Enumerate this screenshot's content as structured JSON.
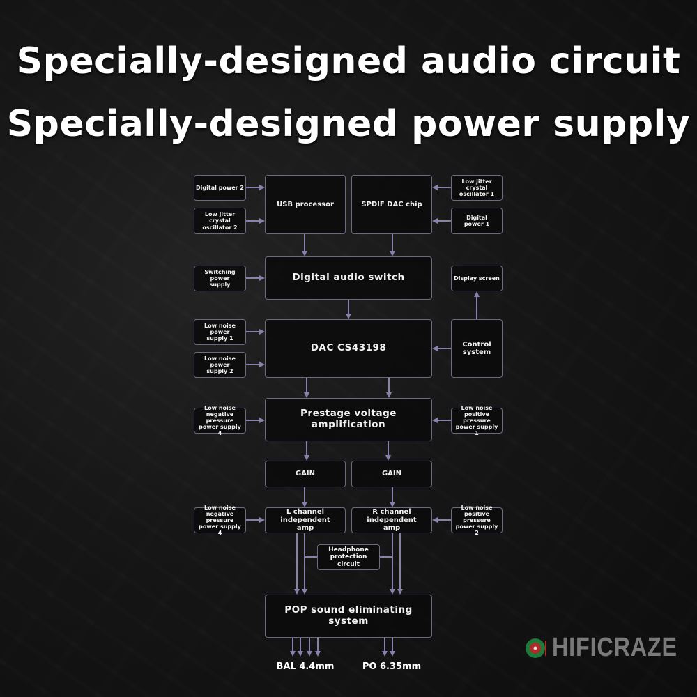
{
  "title": {
    "line1": "Specially-designed audio circuit",
    "line2": "Specially-designed power supply"
  },
  "blocks": {
    "digital_power_2": "Digital power 2",
    "low_jitter_osc_2": "Low jitter crystal oscillator 2",
    "usb_processor": "USB processor",
    "spdif_dac_chip": "SPDIF DAC chip",
    "low_jitter_osc_1": "Low jitter crystal oscillator 1",
    "digital_power_1": "Digital power 1",
    "switching_power_supply": "Switching power supply",
    "digital_audio_switch": "Digital audio switch",
    "display_screen": "Display screen",
    "low_noise_power_supply_1": "Low noise power supply 1",
    "low_noise_power_supply_2": "Low noise power supply 2",
    "dac": "DAC CS43198",
    "control_system": "Control system",
    "neg_supply_4_a": "Low noise negative pressure power supply 4",
    "prestage": "Prestage voltage amplification",
    "pos_supply_1": "Low noise positive pressure power supply 1",
    "gain_l": "GAIN",
    "gain_r": "GAIN",
    "neg_supply_4_b": "Low noise negative pressure power supply 4",
    "l_channel_amp": "L channel independent amp",
    "r_channel_amp": "R channel independent amp",
    "pos_supply_2": "Low noise positive pressure power supply 2",
    "headphone_protection": "Headphone protection circuit",
    "pop_system": "POP sound eliminating system"
  },
  "outputs": {
    "bal": "BAL 4.4mm",
    "po": "PO 6.35mm"
  },
  "logo": {
    "text": "HIFICRAZE"
  },
  "colors": {
    "wire": "#8a80ad",
    "border": "#6f6a82",
    "logo_green": "#1f7a3a",
    "logo_red": "#b02a2a"
  }
}
